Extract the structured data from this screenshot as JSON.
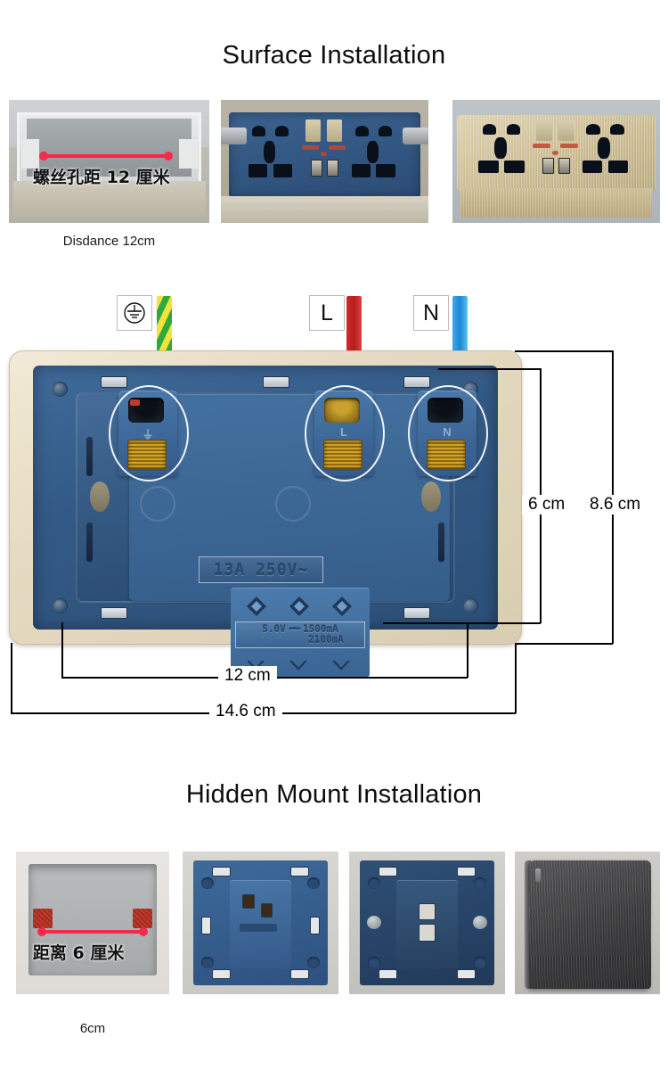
{
  "sections": {
    "surface": {
      "title": "Surface Installation",
      "photos": [
        {
          "name": "surface-box-photo",
          "overlay_cn": "螺丝孔距 12 厘米",
          "caption": "Disdance 12cm"
        },
        {
          "name": "surface-module-photo",
          "overlay_cn": "",
          "caption": ""
        },
        {
          "name": "surface-finished-photo",
          "overlay_cn": "",
          "caption": ""
        }
      ]
    },
    "hidden": {
      "title": "Hidden Mount Installation",
      "photos": [
        {
          "name": "wall-back-box-photo",
          "overlay_cn": "距离 6 厘米",
          "caption": "6cm"
        },
        {
          "name": "module-rear-photo",
          "overlay_cn": "",
          "caption": ""
        },
        {
          "name": "module-mounted-photo",
          "overlay_cn": "",
          "caption": ""
        },
        {
          "name": "faceplate-angle-photo",
          "overlay_cn": "",
          "caption": ""
        }
      ]
    }
  },
  "diagram": {
    "wire_tags": {
      "earth": "earth-symbol",
      "live": "L",
      "neutral": "N"
    },
    "terminal_labels": {
      "earth": "⏚",
      "live": "L",
      "neutral": "N"
    },
    "molded_text": {
      "rating": "13A 250V~",
      "usb_voltage": "5.0V",
      "usb_current_1": "1500mA",
      "usb_current_2": "2100mA"
    },
    "dimensions": {
      "inner_height": "6 cm",
      "outer_height": "8.6 cm",
      "inner_width": "12 cm",
      "outer_width": "14.6 cm"
    }
  },
  "colors": {
    "wire_earth_green": "#2fa93c",
    "wire_earth_yellow": "#f4e23a",
    "wire_live_red": "#d52a2a",
    "wire_neutral_blue": "#3fa9f0",
    "body_blue": "#335a86",
    "frame_gold": "#e6dbc2",
    "measure_red": "#f5294a",
    "brass": "#d4a429"
  }
}
